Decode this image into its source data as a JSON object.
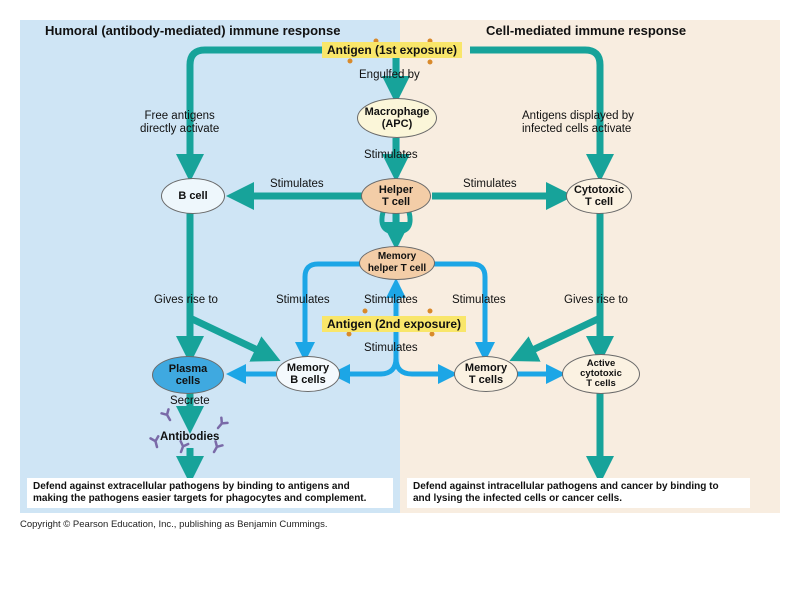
{
  "panels": {
    "humoral_title": "Humoral (antibody-mediated) immune response",
    "cell_title": "Cell-mediated immune response"
  },
  "colors": {
    "humoral_bg": "#cfe5f5",
    "cell_bg": "#f8ede0",
    "primary_arrow": "#17a39a",
    "secondary_arrow": "#1ca6e6",
    "antigen_box": "#f9e66a",
    "antibody": "#7a6aa8"
  },
  "antigens": {
    "first": "Antigen (1st exposure)",
    "second": "Antigen (2nd exposure)"
  },
  "nodes": {
    "macrophage": [
      "Macrophage",
      "(APC)"
    ],
    "b_cell": [
      "B cell"
    ],
    "helper_t": [
      "Helper",
      "T cell"
    ],
    "cytotoxic_t": [
      "Cytotoxic",
      "T cell"
    ],
    "memory_helper_t": [
      "Memory",
      "helper T cell"
    ],
    "plasma_cells": [
      "Plasma",
      "cells"
    ],
    "memory_b": [
      "Memory",
      "B cells"
    ],
    "memory_t": [
      "Memory",
      "T cells"
    ],
    "active_cytotoxic_t": [
      "Active",
      "cytotoxic",
      "T cells"
    ]
  },
  "labels": {
    "engulfed_by": "Engulfed by",
    "free_antigens": [
      "Free antigens",
      "directly activate"
    ],
    "antigens_displayed": [
      "Antigens displayed by",
      "infected cells activate"
    ],
    "stimulates_apc": "Stimulates",
    "stimulates_b": "Stimulates",
    "stimulates_cyto": "Stimulates",
    "gives_rise_left": "Gives rise to",
    "gives_rise_right": "Gives rise to",
    "stimulates_mb": "Stimulates",
    "stimulates_mh": "Stimulates",
    "stimulates_mt": "Stimulates",
    "stimulates_2nd": "Stimulates",
    "secrete": "Secrete",
    "antibodies": "Antibodies"
  },
  "results": {
    "humoral": [
      "Defend against extracellular pathogens by binding to antigens and",
      "making the pathogens easier targets for phagocytes and complement."
    ],
    "cell": [
      "Defend against intracellular pathogens and cancer by binding to",
      "and lysing the infected cells or cancer cells."
    ]
  },
  "copyright": "Copyright © Pearson Education, Inc., publishing as Benjamin Cummings."
}
